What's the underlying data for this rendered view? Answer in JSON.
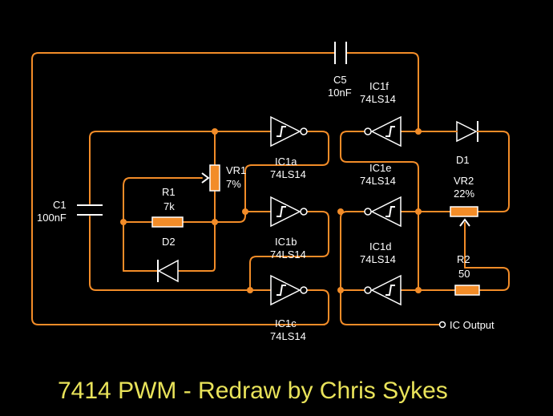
{
  "title": "7414 PWM - Redraw by Chris Sykes",
  "colors": {
    "background": "#000000",
    "wire": "#f28c28",
    "component": "#ffffff",
    "title": "#e9e35a",
    "text": "#ffffff"
  },
  "components": {
    "c5": {
      "ref": "C5",
      "value": "10nF"
    },
    "c1": {
      "ref": "C1",
      "value": "100nF"
    },
    "ic1a": {
      "ref": "IC1a",
      "part": "74LS14"
    },
    "ic1b": {
      "ref": "IC1b",
      "part": "74LS14"
    },
    "ic1c": {
      "ref": "IC1c",
      "part": "74LS14"
    },
    "ic1d": {
      "ref": "IC1d",
      "part": "74LS14"
    },
    "ic1e": {
      "ref": "IC1e",
      "part": "74LS14"
    },
    "ic1f": {
      "ref": "IC1f",
      "part": "74LS14"
    },
    "vr1": {
      "ref": "VR1",
      "value": "7%"
    },
    "vr2": {
      "ref": "VR2",
      "value": "22%"
    },
    "r1": {
      "ref": "R1",
      "value": "7k"
    },
    "r2": {
      "ref": "R2",
      "value": "50"
    },
    "d1": {
      "ref": "D1"
    },
    "d2": {
      "ref": "D2"
    }
  },
  "output_label": "IC Output"
}
